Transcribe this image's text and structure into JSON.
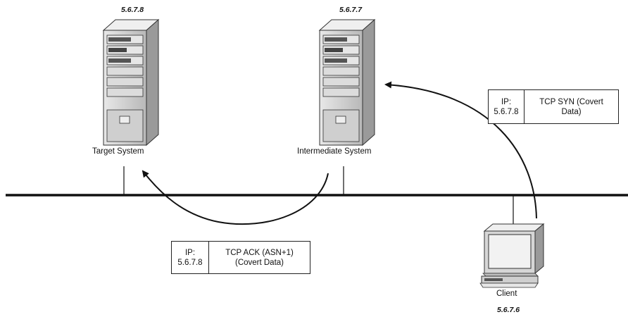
{
  "nodes": {
    "target": {
      "ip": "5.6.7.8",
      "label": "Target System"
    },
    "intermediate": {
      "ip": "5.6.7.7",
      "label": "Intermediate System"
    },
    "client": {
      "ip": "5.6.7.6",
      "label": "Client"
    }
  },
  "packets": {
    "syn": {
      "ip_label": "IP:",
      "ip_value": "5.6.7.8",
      "line1": "TCP SYN (Covert",
      "line2": "Data)"
    },
    "ack": {
      "ip_label": "IP:",
      "ip_value": "5.6.7.8",
      "line1": "TCP ACK (ASN+1)",
      "line2": "(Covert Data)"
    }
  },
  "colors": {
    "line": "#111111",
    "server_body": "#cfcfcf",
    "server_shade": "#8c8c8c"
  }
}
